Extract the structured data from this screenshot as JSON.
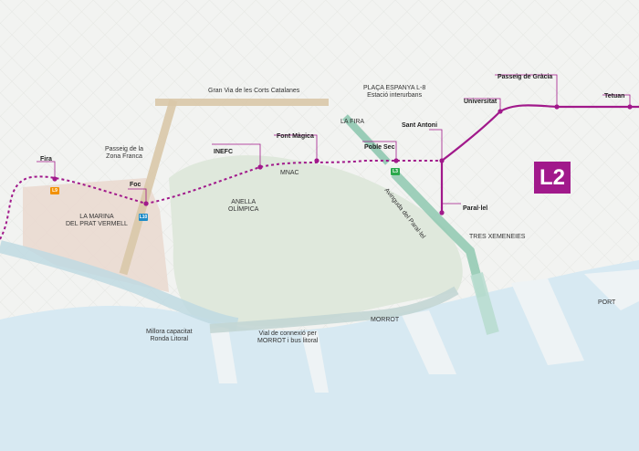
{
  "colors": {
    "l2": "#a1198b",
    "l9": "#f29100",
    "l10": "#1e8cc8",
    "l3": "#29a84b",
    "sea": "#d7e9f2",
    "park": "#dfe8dc",
    "land": "#f2f3f1",
    "zone": "#e7d8cf",
    "corridor": "#d9c8a8",
    "paralel": "#8fc8b0"
  },
  "logo": "L2",
  "stations": {
    "fira": "Fira",
    "foc": "Foc",
    "inefc": "INEFC",
    "font_magica": "Font Màgica",
    "poble_sec": "Poble Sec",
    "sant_antoni": "Sant Antoni",
    "universitat": "Universitat",
    "passeig_gracia": "Passeig de Gràcia",
    "tetuan": "Tetuan",
    "paralel": "Paral·lel"
  },
  "places": {
    "gran_via": "Gran Via de les Corts Catalanes",
    "placa_espanya_1": "PLAÇA ESPANYA L-8",
    "placa_espanya_2": "Estació interurbans",
    "la_fira": "LA FIRA",
    "zona_franca_1": "Passeig de la",
    "zona_franca_2": "Zona Franca",
    "mnac": "MNAC",
    "anella_1": "ANELLA",
    "anella_2": "OLÍMPICA",
    "marina_1": "LA MARINA",
    "marina_2": "DEL PRAT VERMELL",
    "avinguda": "Avinguda del Paral·lel",
    "tres_xemeneies": "TRES XEMENEIES",
    "port": "PORT",
    "morrot": "MORROT",
    "millora_1": "Millora capacitat",
    "millora_2": "Ronda Litoral",
    "vial_1": "Vial de connexió per",
    "vial_2": "MORROT i bus litoral"
  },
  "badges": {
    "l9": "L9",
    "l10": "L10",
    "l3": "L3"
  }
}
